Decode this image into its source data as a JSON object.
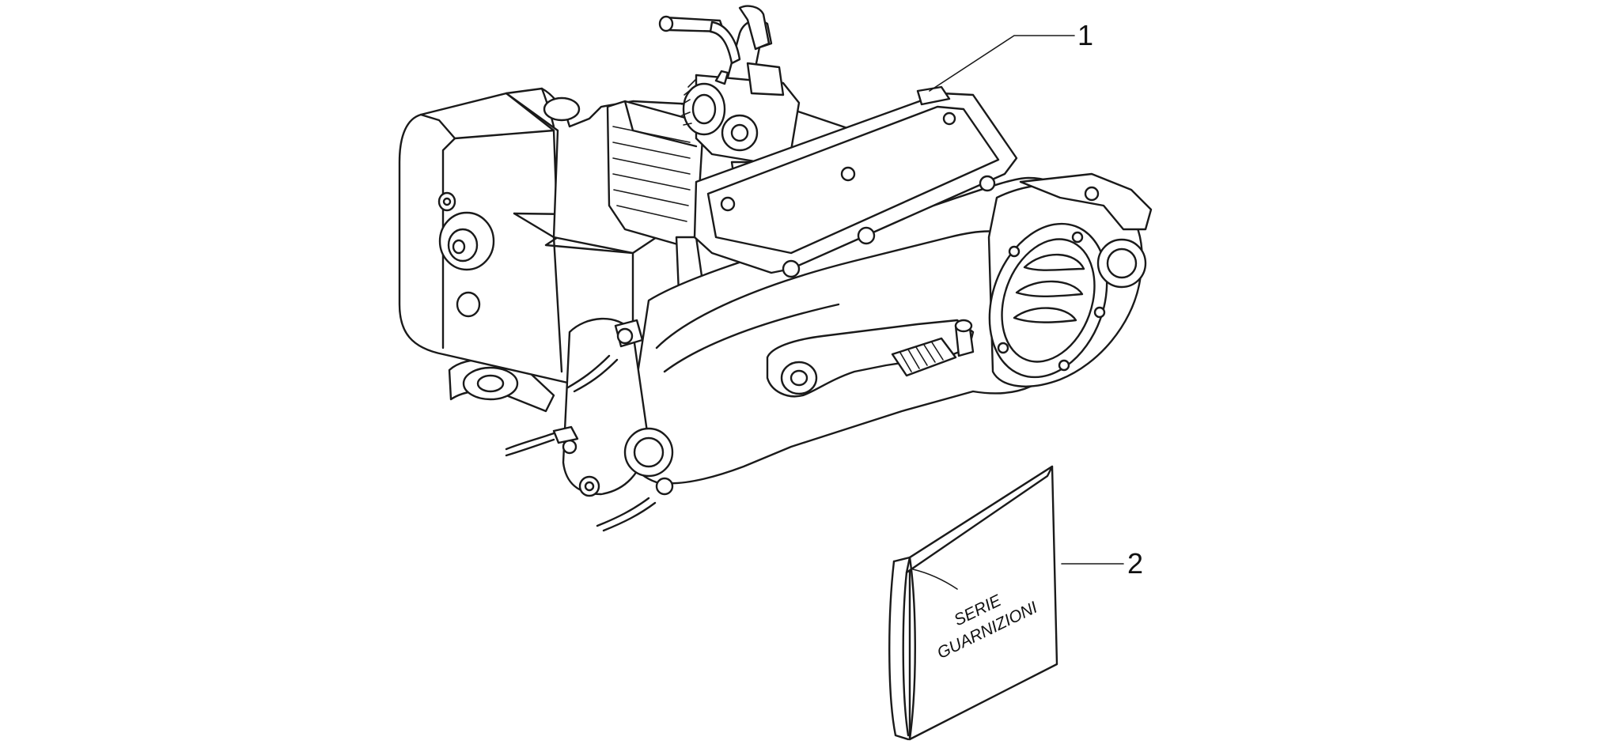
{
  "callouts": [
    {
      "number": "1"
    },
    {
      "number": "2"
    }
  ],
  "gasket_bag": {
    "line1": "SERIE",
    "line2": "GUARNIZIONI"
  },
  "colors": {
    "line": "#1a1a1a",
    "background": "#ffffff"
  }
}
